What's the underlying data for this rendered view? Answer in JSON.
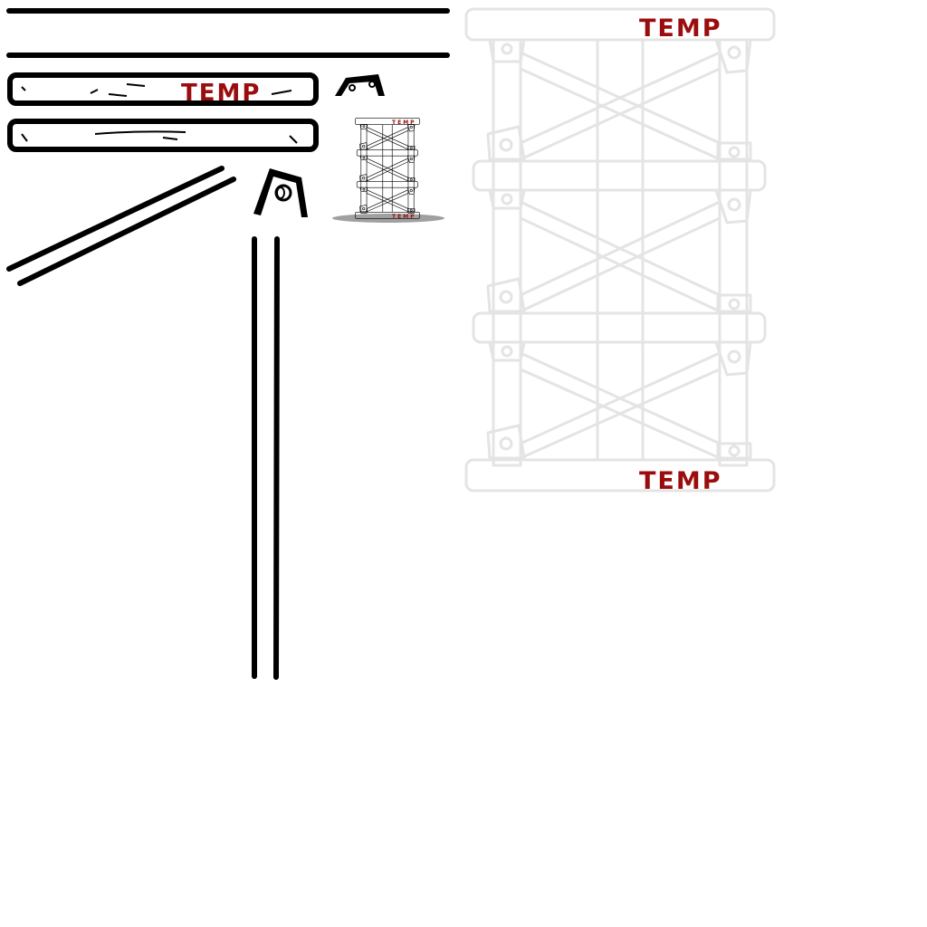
{
  "sheet": {
    "labels": {
      "plank_stamp": "TEMP",
      "tower_top_stamp": "TEMP",
      "tower_bottom_stamp": "TEMP",
      "mini_top_stamp": "TEMP",
      "mini_bottom_stamp": "TEMP"
    },
    "colors": {
      "ink": "#000000",
      "stamp": "#9b0d0d",
      "ghost": "#e4e4e4",
      "shadow": "#a0a0a0"
    }
  }
}
